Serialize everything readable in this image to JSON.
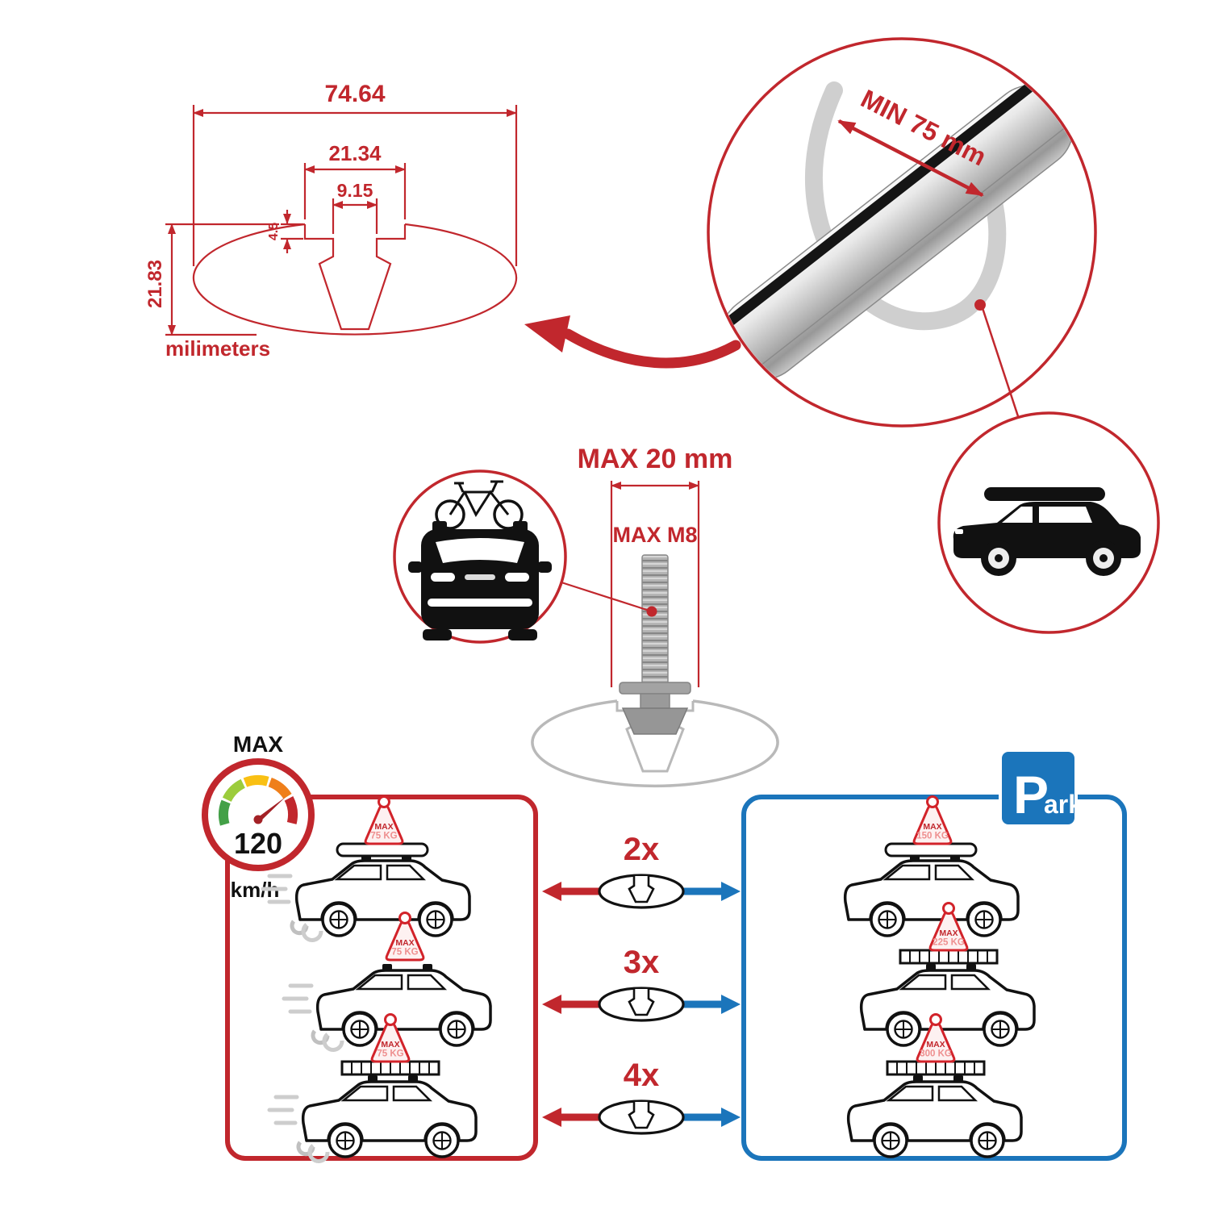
{
  "colors": {
    "red": "#c1272d",
    "blue": "#1b75bb",
    "gray": "#b9b9b9",
    "black": "#111111"
  },
  "cross_section": {
    "total_width": "74.64",
    "slot_outer_width": "21.34",
    "slot_inner_width": "9.15",
    "lip_depth": "4.5",
    "total_height": "21.83",
    "units_label": "milimeters"
  },
  "bar_detail": {
    "min_clamp_span": "MIN 75 mm"
  },
  "bolt": {
    "max_protrusion": "MAX 20 mm",
    "max_thread": "MAX M8"
  },
  "speed_limit": {
    "label": "MAX",
    "value": "120",
    "units": "km/h"
  },
  "parking_sign": {
    "big": "P",
    "small": "ark"
  },
  "quantity_rows": [
    {
      "label": "2x"
    },
    {
      "label": "3x"
    },
    {
      "label": "4x"
    }
  ],
  "driving_cars": [
    {
      "tag_title": "MAX",
      "tag_weight": "75 KG"
    },
    {
      "tag_title": "MAX",
      "tag_weight": "75 KG"
    },
    {
      "tag_title": "MAX",
      "tag_weight": "75 KG"
    }
  ],
  "parked_cars": [
    {
      "tag_title": "MAX",
      "tag_weight": "150 KG"
    },
    {
      "tag_title": "MAX",
      "tag_weight": "225 KG"
    },
    {
      "tag_title": "MAX",
      "tag_weight": "300 KG"
    }
  ]
}
